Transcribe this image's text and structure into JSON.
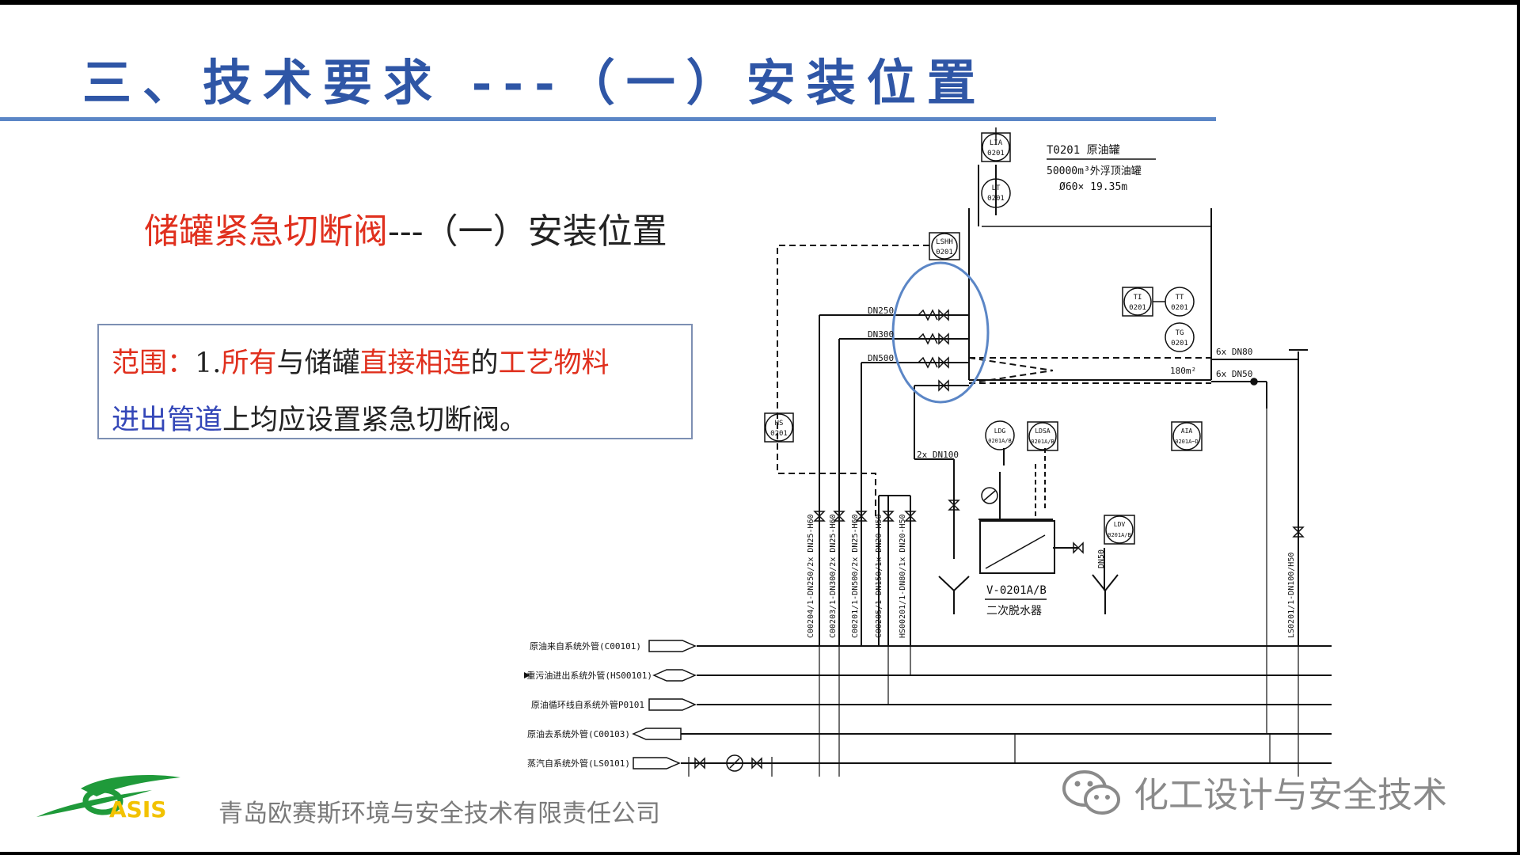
{
  "slide": {
    "title": "三、技术要求 ---（一）安装位置",
    "subtitle": {
      "highlight": "储罐紧急切断阀",
      "rest": "---（一）安装位置"
    },
    "scope": {
      "label": "范围：",
      "num": "1.",
      "seg1": "所有",
      "seg2": "与储罐",
      "seg3": "直接相连",
      "seg4": "的",
      "seg5": "工艺物料",
      "seg6": "进出管道",
      "seg7": "上均应设置紧急切断阀。"
    }
  },
  "diagram": {
    "tank_tag": "T0201 原油罐",
    "tank_spec1": "50000m³外浮顶油罐",
    "tank_spec2": "Ø60× 19.35m",
    "instruments": {
      "lia": [
        "LIA",
        "0201"
      ],
      "lt": [
        "LT",
        "0201"
      ],
      "lshh": [
        "LSHH",
        "0201"
      ],
      "hs": [
        "HS",
        "0201"
      ],
      "ti": [
        "TI",
        "0201"
      ],
      "tt": [
        "TT",
        "0201"
      ],
      "tg": [
        "TG",
        "0201"
      ],
      "ldg": [
        "LDG",
        "0201A/B"
      ],
      "ldsa": [
        "LDSA",
        "0201A/B"
      ],
      "aia": [
        "AIA",
        "0201A~D"
      ],
      "ldv": [
        "LDV",
        "0201A/B"
      ]
    },
    "nozzles": [
      "DN250",
      "DN300",
      "DN500"
    ],
    "right_nozzle1": "6x DN80",
    "right_nozzle2": "6x DN50",
    "heater_area": "180m²",
    "drain": "2x DN100",
    "drain2": "DN50",
    "vessel_tag": "V-0201A/B",
    "vessel_name": "二次脱水器",
    "vertical_lines": [
      "C00204/1-DN250/2x DN25-H60",
      "C00203/1-DN300/2x DN25-H60",
      "C00201/1-DN500/2x DN25-H60",
      "C00205/1-DN150/1x DN20-H50",
      "HS00201/1-DN80/1x DN20-H50"
    ],
    "right_vertical": "LS0201/1-DN100/H50",
    "headers": [
      "原油来自系统外管(C00101)",
      "重污油进出系统外管(HS00101)",
      "原油循环线自系统外管P0101",
      "原油去系统外管(C00103)",
      "蒸汽自系统外管(LS0101)"
    ]
  },
  "footer": {
    "logo_text": "ASIS",
    "company": "青岛欧赛斯环境与安全技术有限责任公司",
    "watermark": "化工设计与安全技术",
    "logo_green": "#1f9a3a",
    "logo_yellow": "#f2c200",
    "watermark_color": "#8a8a8a"
  },
  "colors": {
    "title_blue": "#2f56a6",
    "rule_blue": "#5b86c6",
    "highlight_red": "#e0301e",
    "highlight_blue": "#3447b8",
    "circle_blue": "#5b86c6"
  }
}
